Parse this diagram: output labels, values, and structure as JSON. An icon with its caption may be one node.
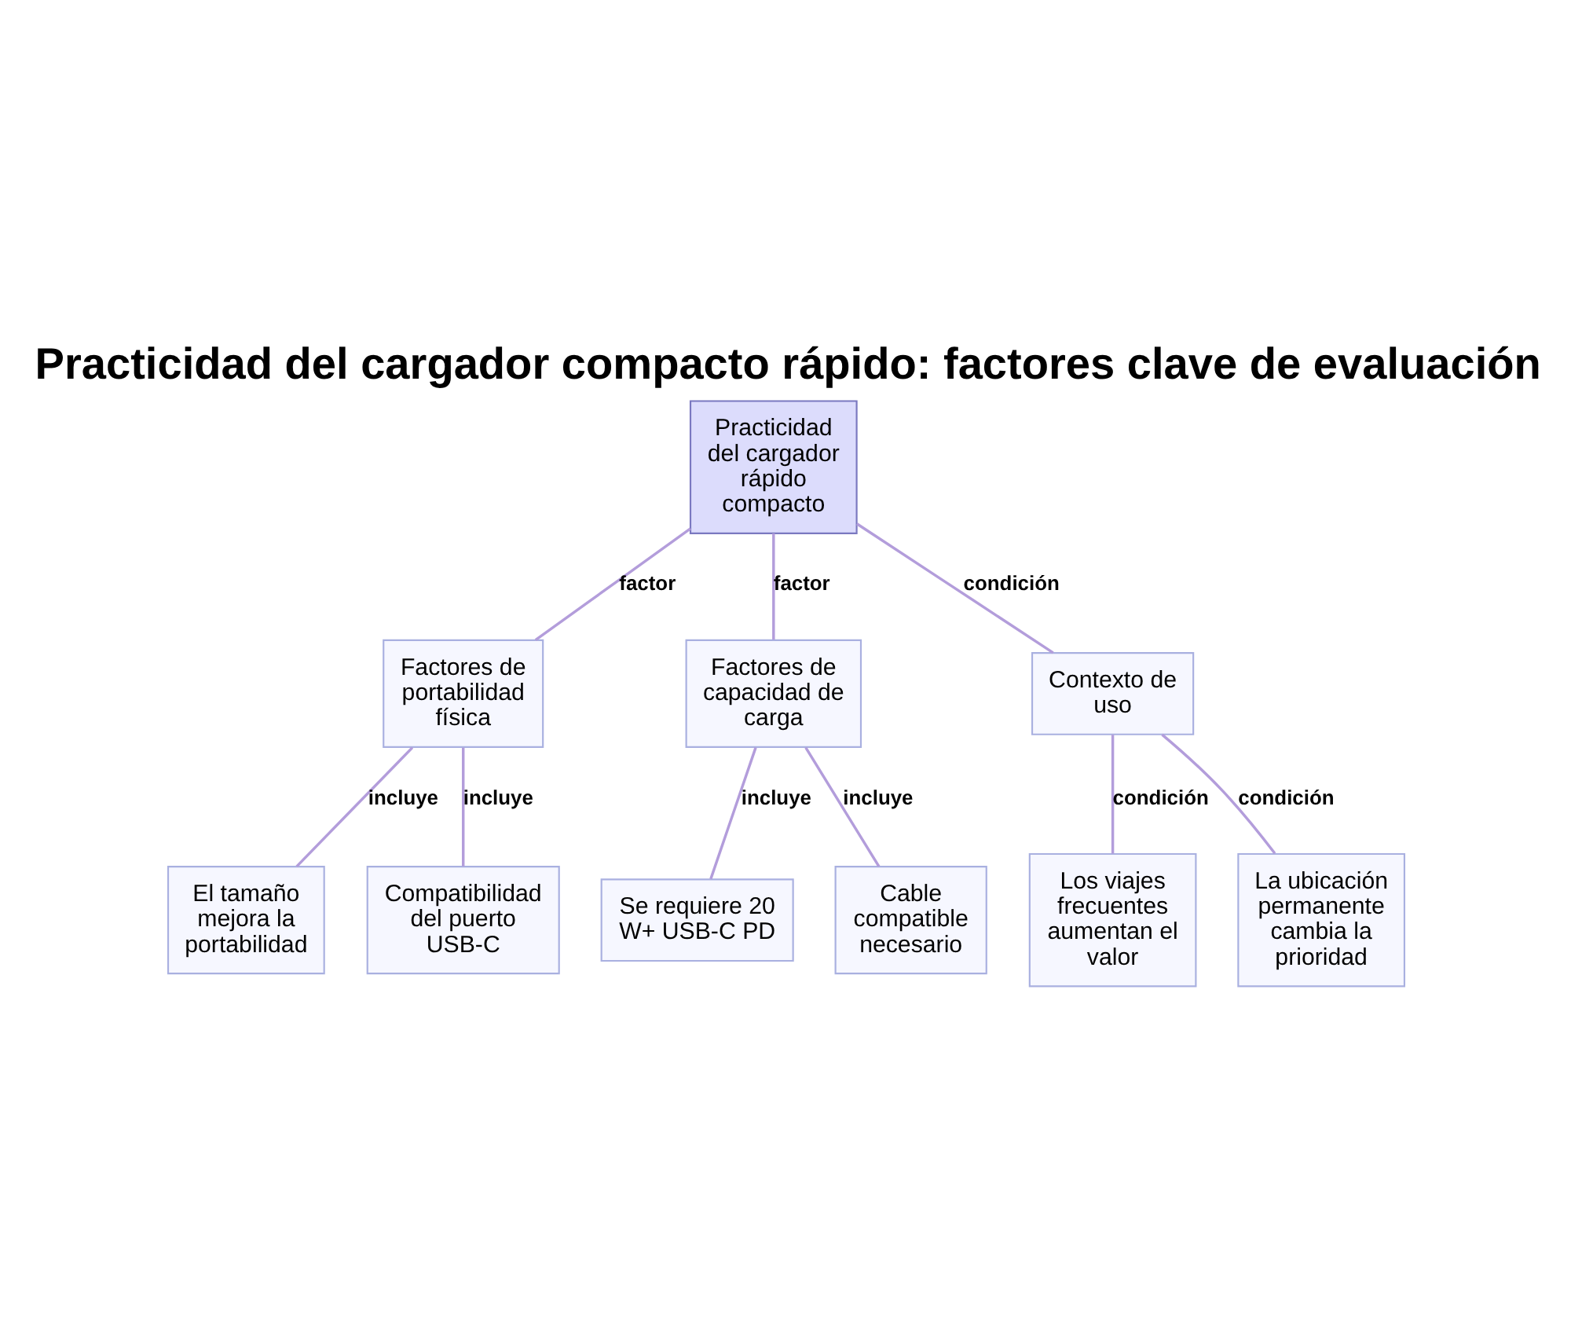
{
  "diagram": {
    "title": "Practicidad del cargador compacto rápido: factores clave de evaluación",
    "nodes": [
      {
        "text": [
          "Practicidad del cargador rápido compacto"
        ]
      },
      {
        "text": [
          "Factores de portabilidad física"
        ]
      },
      {
        "text": [
          "Factores de capacidad de carga"
        ]
      },
      {
        "text": [
          "Contexto de uso"
        ]
      },
      {
        "text": [
          "El tamaño mejora la portabilidad"
        ]
      },
      {
        "text": [
          "Compatibilidad del puerto USB-C"
        ]
      },
      {
        "text": [
          "Se requiere 20 W+ USB-C PD"
        ]
      },
      {
        "text": [
          "Cable compatible necesario"
        ]
      },
      {
        "text": [
          "Los viajes frecuentes aumentan el valor"
        ]
      },
      {
        "text": [
          "La ubicación permanente cambia la prioridad"
        ]
      }
    ],
    "edges": [
      {
        "from": 0,
        "to": 1,
        "arrow": "none",
        "label": "factor"
      },
      {
        "from": 0,
        "to": 2,
        "arrow": "none",
        "label": "factor"
      },
      {
        "from": 0,
        "to": 3,
        "arrow": "none",
        "label": "condición"
      },
      {
        "from": 1,
        "to": 4,
        "arrow": "none",
        "label": "incluye"
      },
      {
        "from": 1,
        "to": 5,
        "arrow": "none",
        "label": "incluye"
      },
      {
        "from": 2,
        "to": 6,
        "arrow": "none",
        "label": "incluye"
      },
      {
        "from": 2,
        "to": 7,
        "arrow": "none",
        "label": "incluye"
      },
      {
        "from": 3,
        "to": 8,
        "arrow": "none",
        "label": "condición"
      },
      {
        "from": 3,
        "to": 9,
        "arrow": "none",
        "label": "condición"
      }
    ]
  }
}
